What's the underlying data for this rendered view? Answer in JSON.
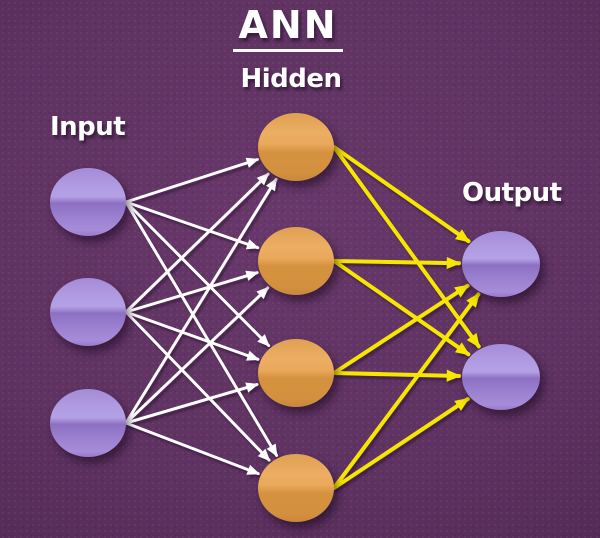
{
  "title": "ANN",
  "layers": [
    {
      "id": "input",
      "label": "Input",
      "count": 3,
      "node_color": "purple"
    },
    {
      "id": "hidden",
      "label": "Hidden",
      "count": 4,
      "node_color": "orange"
    },
    {
      "id": "output",
      "label": "Output",
      "count": 2,
      "node_color": "purple"
    }
  ],
  "connections": [
    {
      "from": "input",
      "to": "hidden",
      "type": "fully-connected",
      "arrow_color_name": "white"
    },
    {
      "from": "hidden",
      "to": "output",
      "type": "fully-connected",
      "arrow_color_name": "yellow"
    }
  ],
  "colors": {
    "background_center": "#68386a",
    "background_edge": "#472246",
    "node_purple_light": "#b09ae2",
    "node_purple_dark": "#8d70c2",
    "node_orange_light": "#ecae63",
    "node_orange_dark": "#d3913f",
    "arrow_input_hidden": "#ffffff",
    "arrow_hidden_output": "#f7e600",
    "text": "#ffffff"
  }
}
